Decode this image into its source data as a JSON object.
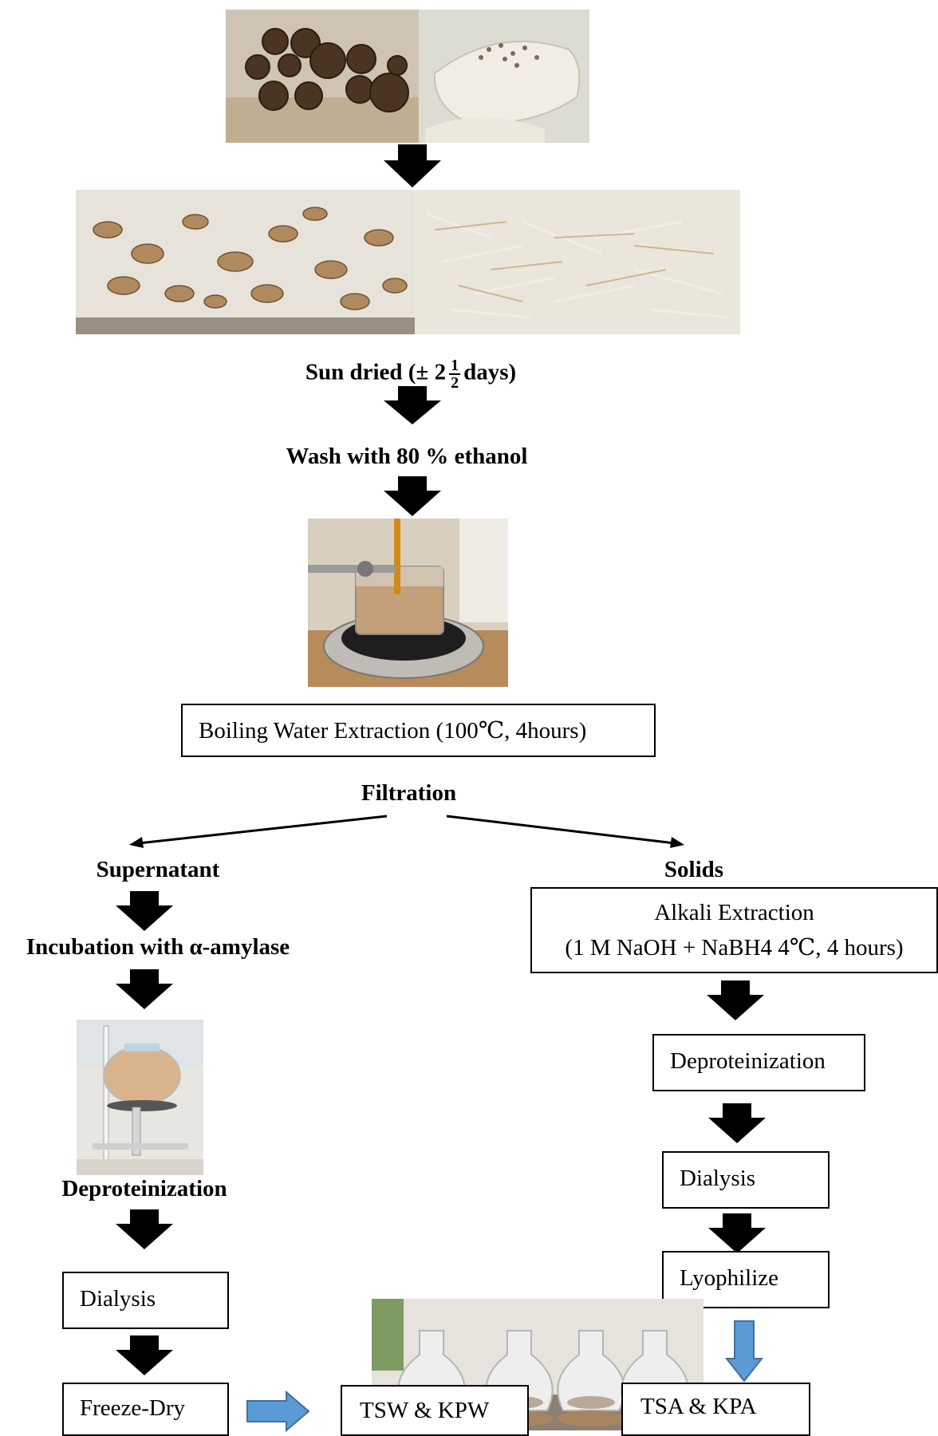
{
  "steps": {
    "sun_dried_prefix": "Sun dried (± 2",
    "sun_dried_frac_num": "1",
    "sun_dried_frac_den": "2",
    "sun_dried_suffix": "days)",
    "wash": "Wash with 80 % ethanol",
    "boiling_extraction": "Boiling Water Extraction (100℃, 4hours)",
    "filtration": "Filtration",
    "supernatant": "Supernatant",
    "solids": "Solids",
    "incubation": "Incubation with α-amylase",
    "alkali_line1": "Alkali Extraction",
    "alkali_line2": "(1 M NaOH + NaBH4 4℃, 4 hours)",
    "deproteinization_left": "Deproteinization",
    "deproteinization_right": "Deproteinization",
    "dialysis_left": "Dialysis",
    "dialysis_right": "Dialysis",
    "freeze_dry": "Freeze-Dry",
    "lyophilize": "Lyophilize",
    "tsw_kpw": "TSW & KPW",
    "tsa_kpa": "TSA & KPA"
  },
  "colors": {
    "arrow_black": "#000000",
    "arrow_blue": "#5b9bd5",
    "arrow_blue_stroke": "#41719c"
  },
  "icons": {
    "flow_arrow": "block-arrow-down-icon",
    "blue_arrow": "block-arrow-icon"
  }
}
